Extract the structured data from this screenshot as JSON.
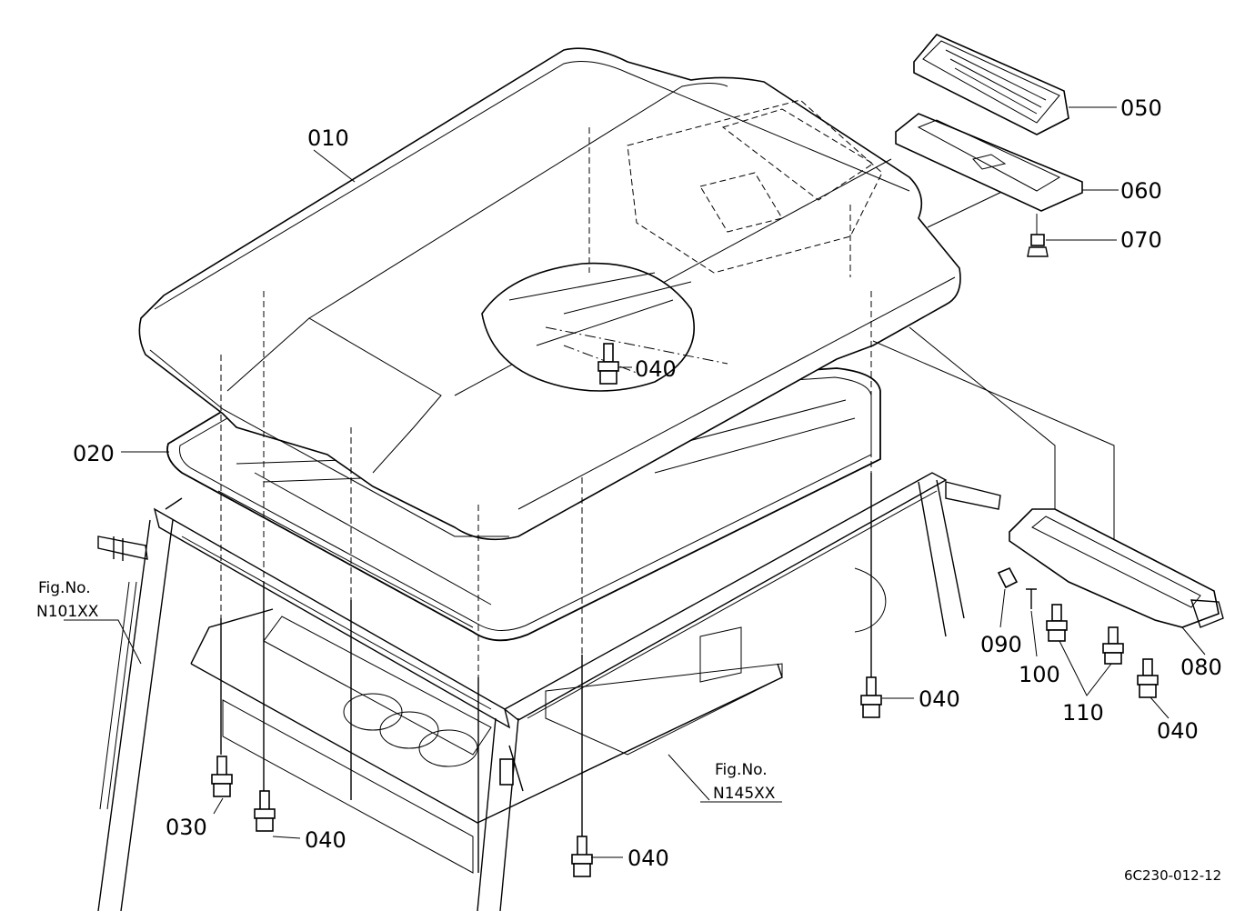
{
  "drawing_code": "6C230-012-12",
  "parts": {
    "roof": "010",
    "seal": "020",
    "bolt_030": "030",
    "bolt_040": "040",
    "lamp_cover": "050",
    "lamp_grille": "060",
    "screw_070": "070",
    "bracket_080": "080",
    "nut_090": "090",
    "screw_100": "100",
    "bolt_110": "110"
  },
  "figure_refs": {
    "ref_left_title": "Fig.No.",
    "ref_left_code": "N101XX",
    "ref_center_title": "Fig.No.",
    "ref_center_code": "N145XX"
  }
}
